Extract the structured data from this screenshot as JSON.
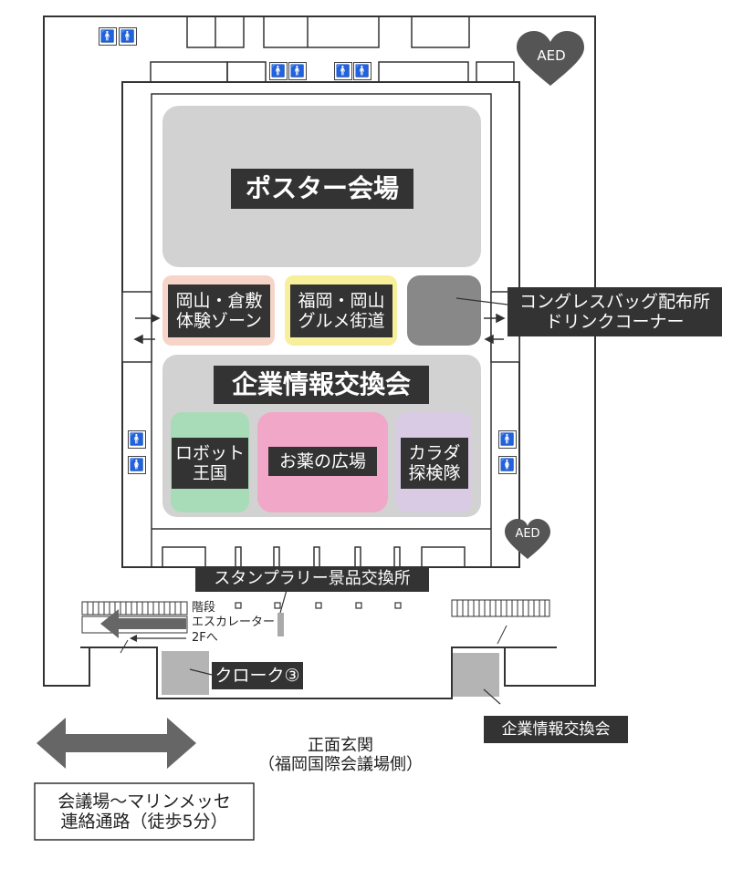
{
  "map": {
    "poster_hall": "ポスター会場",
    "okayama_zone": "岡山・倉敷\n体験ゾーン",
    "fukuoka_zone": "福岡・岡山\nグルメ街道",
    "congress_bag": "コングレスバッグ配布所\nドリンクコーナー",
    "corporate_exchange": "企業情報交換会",
    "robot_kingdom": "ロボット\n王国",
    "medicine_plaza": "お薬の広場",
    "karada_team": "カラダ\n探検隊",
    "stamp_rally": "スタンプラリー景品交換所",
    "stairs_label": "階段",
    "escalator_label": "エスカレーター",
    "to_2f_label": "2Fへ",
    "cloak": "クローク③",
    "corporate_exchange_entrance": "企業情報交換会",
    "main_entrance": "正面玄関\n（福岡国際会議場側）",
    "walkway": "会議場～マリンメッセ\n連絡通路（徒歩5分）",
    "aed_top": "AED",
    "aed_right": "AED"
  },
  "colors": {
    "gray_area": "#d2d2d2",
    "dark_gray": "#888888",
    "okayama": "#f6d5c8",
    "fukuoka": "#f7ef9a",
    "robot": "#a8dcb8",
    "medicine": "#f1a7c7",
    "karada": "#d8cbe3",
    "label_bg": "#333333",
    "line": "#333333"
  }
}
